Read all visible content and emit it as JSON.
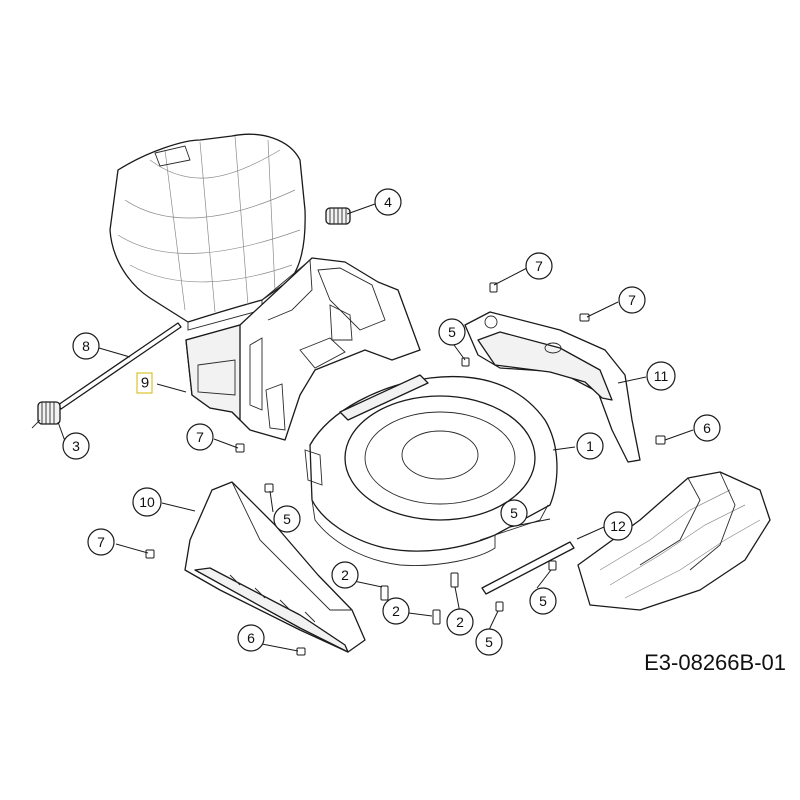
{
  "drawing_code": "E3-08266B-01",
  "highlight_color": "#d4b400",
  "callouts": [
    {
      "id": "c1",
      "label": "1"
    },
    {
      "id": "c2a",
      "label": "2"
    },
    {
      "id": "c2b",
      "label": "2"
    },
    {
      "id": "c2c",
      "label": "2"
    },
    {
      "id": "c3",
      "label": "3"
    },
    {
      "id": "c4",
      "label": "4"
    },
    {
      "id": "c5a",
      "label": "5"
    },
    {
      "id": "c5b",
      "label": "5"
    },
    {
      "id": "c5c",
      "label": "5"
    },
    {
      "id": "c5d",
      "label": "5"
    },
    {
      "id": "c5e",
      "label": "5"
    },
    {
      "id": "c6a",
      "label": "6"
    },
    {
      "id": "c6b",
      "label": "6"
    },
    {
      "id": "c7a",
      "label": "7"
    },
    {
      "id": "c7b",
      "label": "7"
    },
    {
      "id": "c7c",
      "label": "7"
    },
    {
      "id": "c7d",
      "label": "7"
    },
    {
      "id": "c8",
      "label": "8"
    },
    {
      "id": "c9",
      "label": "9"
    },
    {
      "id": "c10",
      "label": "10"
    },
    {
      "id": "c11",
      "label": "11"
    },
    {
      "id": "c12",
      "label": "12"
    }
  ]
}
